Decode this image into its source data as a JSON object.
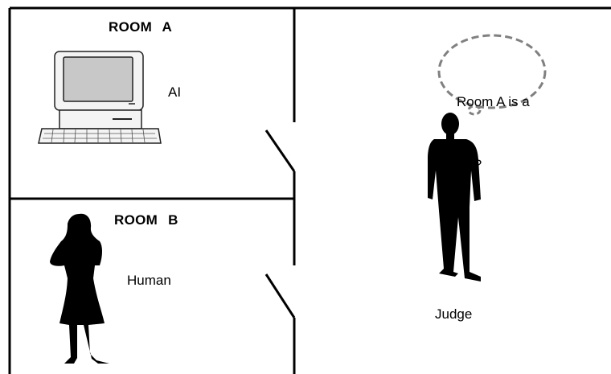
{
  "rooms": [
    {
      "title": "ROOM   A",
      "occupant": "AI",
      "figure": "desktop-computer-icon"
    },
    {
      "title": "ROOM   B",
      "occupant": "Human",
      "figure": "woman-silhouette-icon"
    }
  ],
  "judge": {
    "label": "Judge",
    "figure": "man-silhouette-icon",
    "thought_line1": "Room A is a",
    "thought_line2": "… ?"
  },
  "colors": {
    "line": "#000000",
    "bubble_stroke": "#808080",
    "screen": "#c8c8c8"
  }
}
